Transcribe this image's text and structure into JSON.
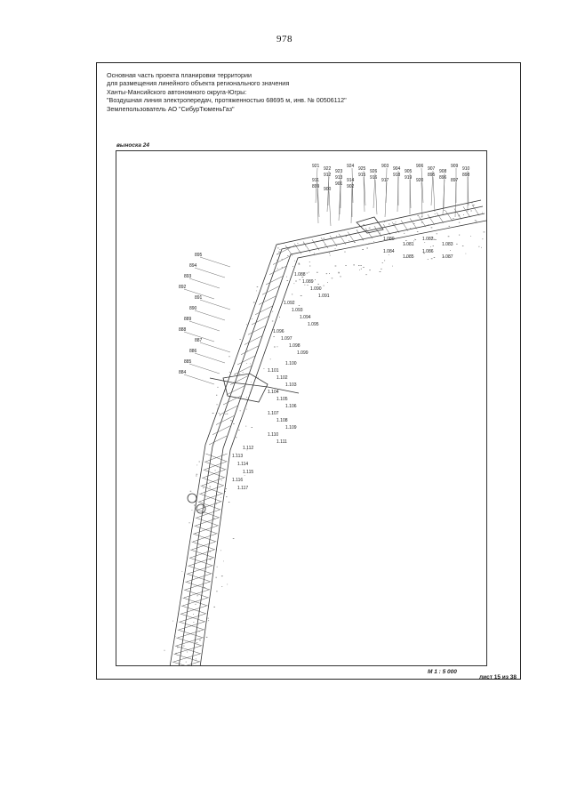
{
  "page_number": "978",
  "header": {
    "lines": [
      "Основная часть проекта планировки территории",
      "для размещения линейного объекта регионального значения",
      "Ханты-Мансийского автономного округа-Югры:",
      "\"Воздушная линия электропередач, протяженностью 68695 м, инв. № 00506112\"",
      "Землепользователь АО \"СибурТюменьГаз\""
    ]
  },
  "map": {
    "inset_title": "выноска 24",
    "scale": "М 1 : 5 000",
    "sheet_info": "лист 15 из 38",
    "point_labels_upper": [
      "921",
      "922",
      "923",
      "924",
      "925",
      "926",
      "903",
      "904",
      "905",
      "906",
      "907",
      "908",
      "909",
      "910",
      "911",
      "912",
      "913",
      "914",
      "915",
      "916",
      "917",
      "918",
      "919",
      "920",
      "895",
      "896",
      "897",
      "898",
      "899",
      "900",
      "901",
      "902"
    ],
    "point_labels_left": [
      "884",
      "885",
      "886",
      "887",
      "888",
      "889",
      "890",
      "891",
      "892",
      "893",
      "894",
      "895"
    ],
    "point_labels_inner": [
      "1.080",
      "1.081",
      "1.082",
      "1.083",
      "1.084",
      "1.085",
      "1.086",
      "1.087",
      "1.088",
      "1.089",
      "1.090",
      "1.091",
      "1.092",
      "1.093",
      "1.094",
      "1.095",
      "1.096",
      "1.097",
      "1.098",
      "1.099",
      "1.100",
      "1.101",
      "1.102",
      "1.103",
      "1.104",
      "1.105",
      "1.106",
      "1.107",
      "1.108",
      "1.109",
      "1.110",
      "1.111",
      "1.112",
      "1.113",
      "1.114",
      "1.115",
      "1.116",
      "1.117"
    ]
  }
}
